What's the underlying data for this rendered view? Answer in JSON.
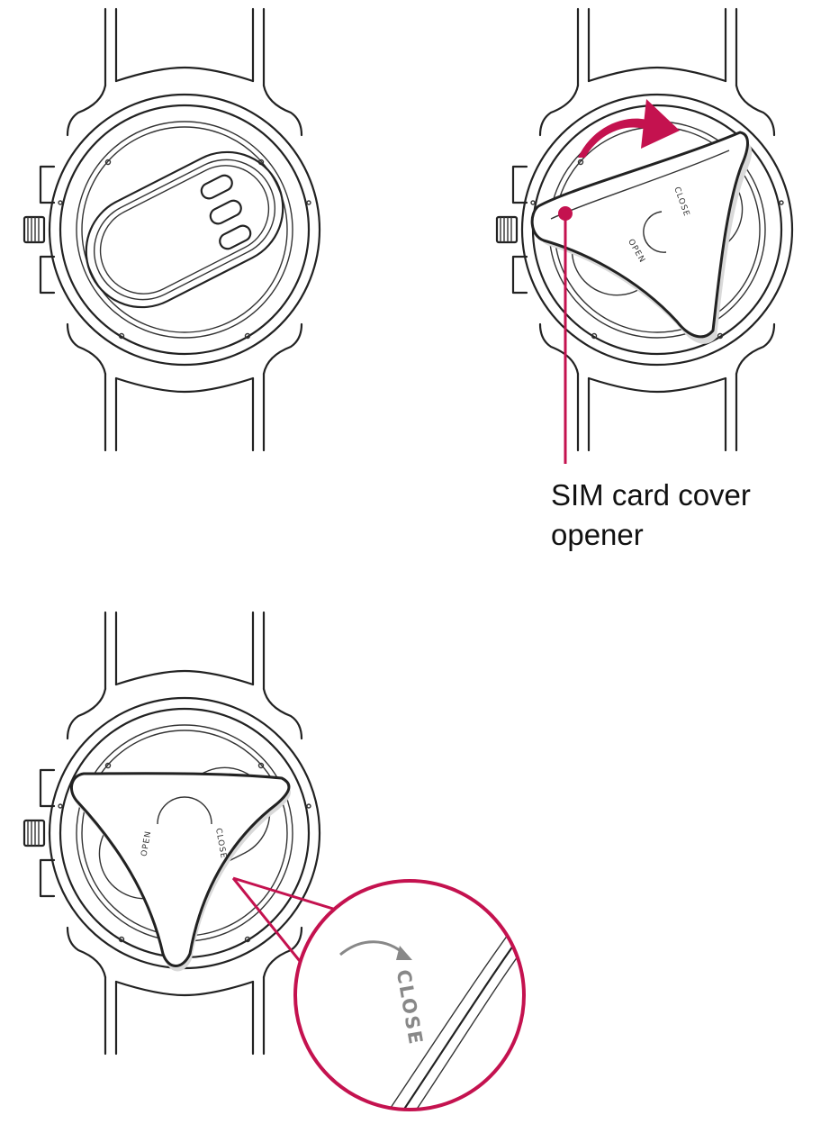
{
  "colors": {
    "accent": "#c4124f",
    "line": "#222222",
    "background": "#ffffff"
  },
  "steps": [
    {
      "name": "watch-back-closed"
    },
    {
      "name": "watch-with-opener-rotating",
      "labels": {
        "open": "OPEN",
        "close": "CLOSE"
      }
    },
    {
      "name": "watch-with-opener-aligned",
      "labels": {
        "open": "OPEN",
        "close": "CLOSE"
      }
    }
  ],
  "callout": {
    "line1": "SIM card cover",
    "line2": "opener"
  },
  "magnifier": {
    "label": "CLOSE"
  },
  "icons": [
    "rotate-arrow-icon",
    "curved-arrow-icon"
  ]
}
